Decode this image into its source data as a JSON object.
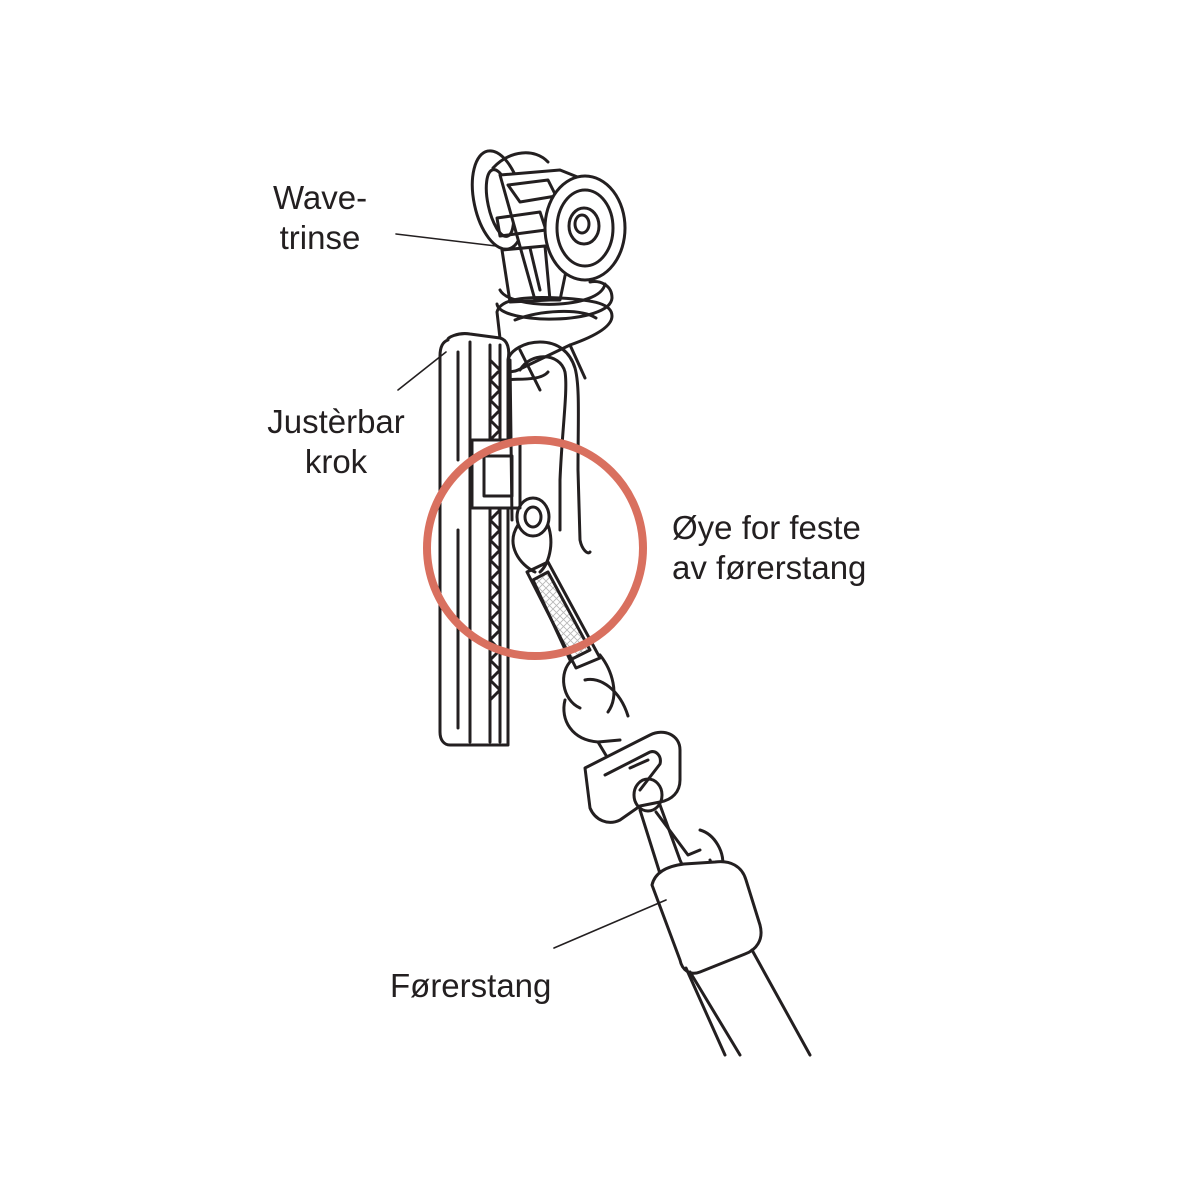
{
  "labels": {
    "wave_pulley": {
      "line1": "Wave-",
      "line2": "trinse"
    },
    "adjustable_hook": {
      "line1": "Justèrbar",
      "line2": "krok"
    },
    "eye": {
      "line1": "Øye for feste",
      "line2": "av førerstang"
    },
    "rod": {
      "line1": "Førerstang"
    }
  },
  "colors": {
    "outline": "#231f20",
    "highlight_circle": "#d9705f",
    "background": "#ffffff"
  }
}
